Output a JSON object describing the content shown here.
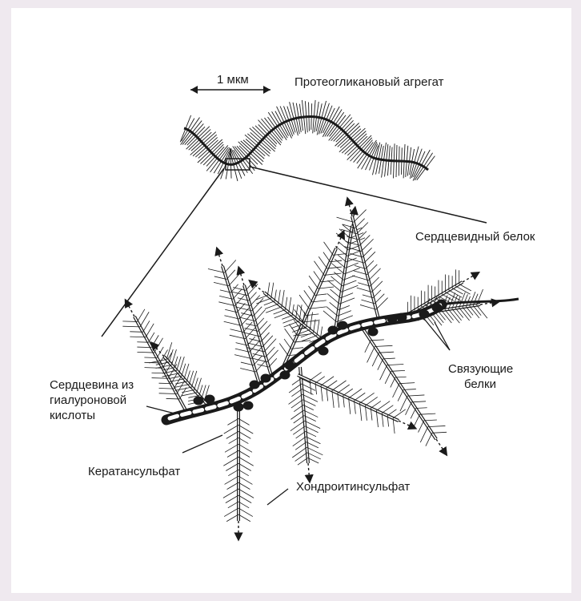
{
  "labels": {
    "scale": "1 мкм",
    "aggregate": "Протеогликановый агрегат",
    "core_protein": "Сердцевидный белок",
    "link_proteins_1": "Связующие",
    "link_proteins_2": "белки",
    "hyaluronic_1": "Сердцевина из",
    "hyaluronic_2": "гиалуроновой",
    "hyaluronic_3": "кислоты",
    "keratan": "Кератансульфат",
    "chondroitin": "Хондроитинсульфат"
  },
  "colors": {
    "ink": "#1a1a1a",
    "background": "#efe9ef",
    "paper": "#ffffff"
  }
}
